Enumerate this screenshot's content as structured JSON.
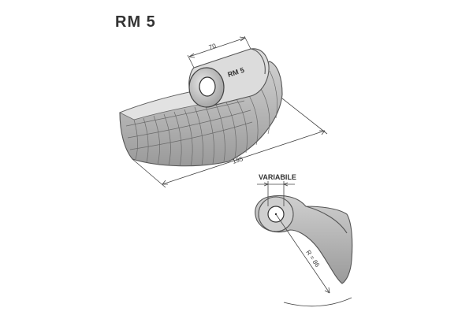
{
  "title": "RM 5",
  "iso_view": {
    "part_label": "RM 5",
    "dim_width": "70",
    "dim_length": "195"
  },
  "side_view": {
    "dim_variable": "VARIABILE",
    "dim_radius": "R = 86"
  }
}
